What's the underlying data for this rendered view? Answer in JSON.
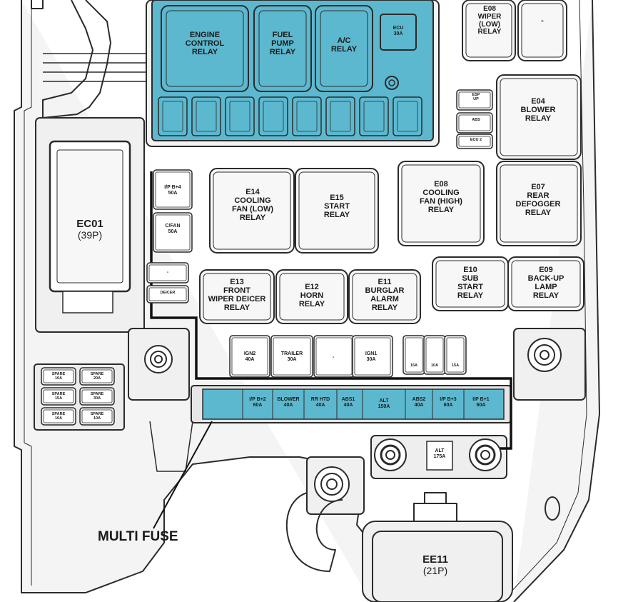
{
  "colors": {
    "highlight_fill": "#5cb8cf",
    "outline": "#2b2b2b",
    "housing_fill": "#f4f4f4",
    "relay_fill": "#f7f7f7"
  },
  "callout": {
    "label": "MULTI FUSE"
  },
  "connectors": {
    "ec01": {
      "name": "EC01",
      "pins": "(39P)"
    },
    "ee11": {
      "name": "EE11",
      "pins": "(21P)"
    }
  },
  "highlighted_relays": [
    "ENGINE\nCONTROL\nRELAY",
    "FUEL\nPUMP\nRELAY",
    "A/C\nRELAY"
  ],
  "ecu_fuse": "ECU\n30A",
  "top_right_relays": {
    "wiper_low": "E08\nWIPER\n(LOW)\nRELAY",
    "dash": "-"
  },
  "relays": {
    "e04": "E04\nBLOWER\nRELAY",
    "e14": "E14\nCOOLING\nFAN (LOW)\nRELAY",
    "e15": "E15\nSTART\nRELAY",
    "e08_high": "E08\nCOOLING\nFAN (HIGH)\nRELAY",
    "e07": "E07\nREAR\nDEFOGGER\nRELAY",
    "e13": "E13\nFRONT\nWIPER DEICER\nRELAY",
    "e12": "E12\nHORN\nRELAY",
    "e11": "E11\nBURGLAR\nALARM\nRELAY",
    "e10": "E10\nSUB\nSTART\nRELAY",
    "e09": "E09\nBACK-UP\nLAMP\nRELAY"
  },
  "left_fuses": {
    "ipb4": "I/P B+4\n50A",
    "cfan": "C/FAN\n50A",
    "dash": "-",
    "deicer": "DEICER"
  },
  "small_side_fuses": [
    "ESP\nUP",
    "ABS",
    "ECU 2"
  ],
  "mid_fuses": [
    "IGN2\n40A",
    "TRAILER\n30A",
    "-",
    "IGN1\n30A"
  ],
  "mini_fuses": [
    "15A",
    "10A",
    "15A"
  ],
  "multi_fuse_cells": [
    "I/P B+2\n60A",
    "BLOWER\n40A",
    "RR HTD\n40A",
    "ABS1\n40A",
    "ALT\n150A",
    "ABS2\n40A",
    "I/P B+3\n60A",
    "I/P B+1\n60A"
  ],
  "alt_fuse": "ALT\n175A",
  "spare_fuses": [
    "SPARE\n10A",
    "SPARE\n20A",
    "SPARE\n15A",
    "SPARE\n30A",
    "SPARE\n10A",
    "SPARE\n10A"
  ]
}
